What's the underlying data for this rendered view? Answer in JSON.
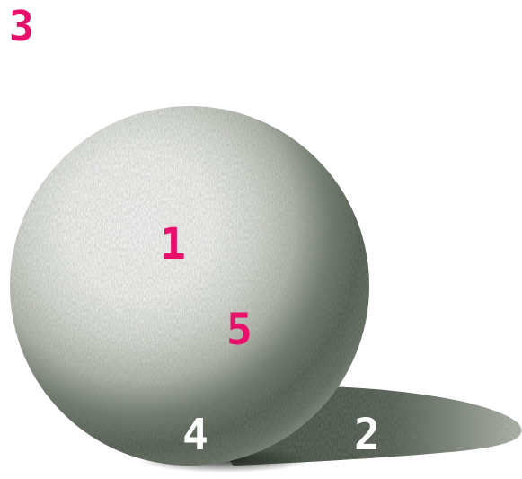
{
  "labels": {
    "top_left": "3",
    "highlight": "1",
    "reflected_light": "5",
    "core_shadow": "4",
    "cast_shadow": "2"
  },
  "colors": {
    "accent_label": "#e8106a",
    "light_label": "#ffffff",
    "graphite_dark": "#3a4238",
    "background": "#ffffff"
  }
}
